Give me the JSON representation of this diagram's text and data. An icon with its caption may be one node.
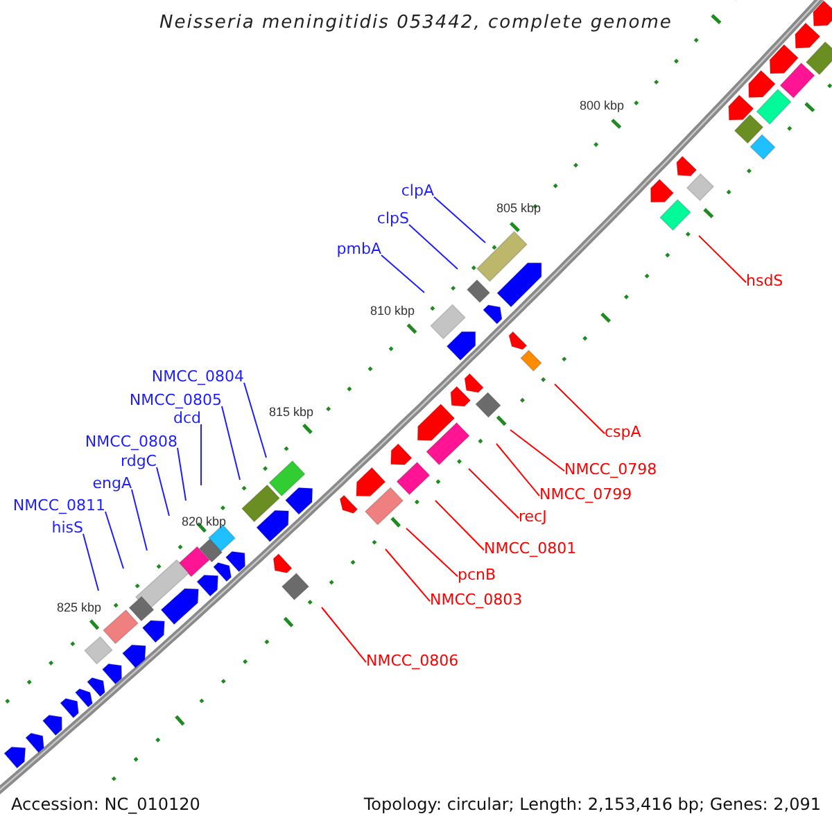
{
  "diagram": {
    "title": "Neisseria meningitidis 053442, complete genome",
    "nodes": [
      {
        "text": [
          "clpA"
        ]
      },
      {
        "text": [
          "clpS"
        ]
      },
      {
        "text": [
          "pmbA"
        ]
      },
      {
        "text": [
          "NMCC_0804"
        ]
      },
      {
        "text": [
          "NMCC_0805"
        ]
      },
      {
        "text": [
          "dcd"
        ]
      },
      {
        "text": [
          "NMCC_0808"
        ]
      },
      {
        "text": [
          "rdgC"
        ]
      },
      {
        "text": [
          "engA"
        ]
      },
      {
        "text": [
          "NMCC_0811"
        ]
      },
      {
        "text": [
          "hisS"
        ]
      },
      {
        "text": [
          "hsdS"
        ]
      },
      {
        "text": [
          "cspA"
        ]
      },
      {
        "text": [
          "NMCC_0798"
        ]
      },
      {
        "text": [
          "NMCC_0799"
        ]
      },
      {
        "text": [
          "recJ"
        ]
      },
      {
        "text": [
          "NMCC_0801"
        ]
      },
      {
        "text": [
          "pcnB"
        ]
      },
      {
        "text": [
          "NMCC_0803"
        ]
      },
      {
        "text": [
          "NMCC_0806"
        ]
      }
    ],
    "edges": [
      {
        "from": 0,
        "to": null,
        "arrow": "none"
      },
      {
        "from": 1,
        "to": null,
        "arrow": "none"
      },
      {
        "from": 2,
        "to": null,
        "arrow": "none"
      },
      {
        "from": 3,
        "to": null,
        "arrow": "none"
      },
      {
        "from": 4,
        "to": null,
        "arrow": "none"
      },
      {
        "from": 5,
        "to": null,
        "arrow": "none"
      },
      {
        "from": 6,
        "to": null,
        "arrow": "none"
      },
      {
        "from": 7,
        "to": null,
        "arrow": "none"
      },
      {
        "from": 8,
        "to": null,
        "arrow": "none"
      },
      {
        "from": 9,
        "to": null,
        "arrow": "none"
      },
      {
        "from": 10,
        "to": null,
        "arrow": "none"
      },
      {
        "from": 11,
        "to": null,
        "arrow": "none",
        "color": "#ff0000"
      },
      {
        "from": 12,
        "to": null,
        "arrow": "none",
        "color": "#ff0000"
      },
      {
        "from": 13,
        "to": null,
        "arrow": "none",
        "color": "#ff0000"
      },
      {
        "from": 14,
        "to": null,
        "arrow": "none",
        "color": "#ff0000"
      },
      {
        "from": 15,
        "to": null,
        "arrow": "none",
        "color": "#ff0000"
      },
      {
        "from": 16,
        "to": null,
        "arrow": "none",
        "color": "#ff0000"
      },
      {
        "from": 17,
        "to": null,
        "arrow": "none",
        "color": "#ff0000"
      },
      {
        "from": 18,
        "to": null,
        "arrow": "none",
        "color": "#ff0000"
      },
      {
        "from": 19,
        "to": null,
        "arrow": "none",
        "color": "#ff0000"
      }
    ],
    "labels": [
      "800 kbp",
      "805 kbp",
      "810 kbp",
      "815 kbp",
      "820 kbp",
      "825 kbp",
      "Accession: NC_010120",
      "Topology: circular; Length: 2,153,416 bp; Genes: 2,091"
    ]
  }
}
